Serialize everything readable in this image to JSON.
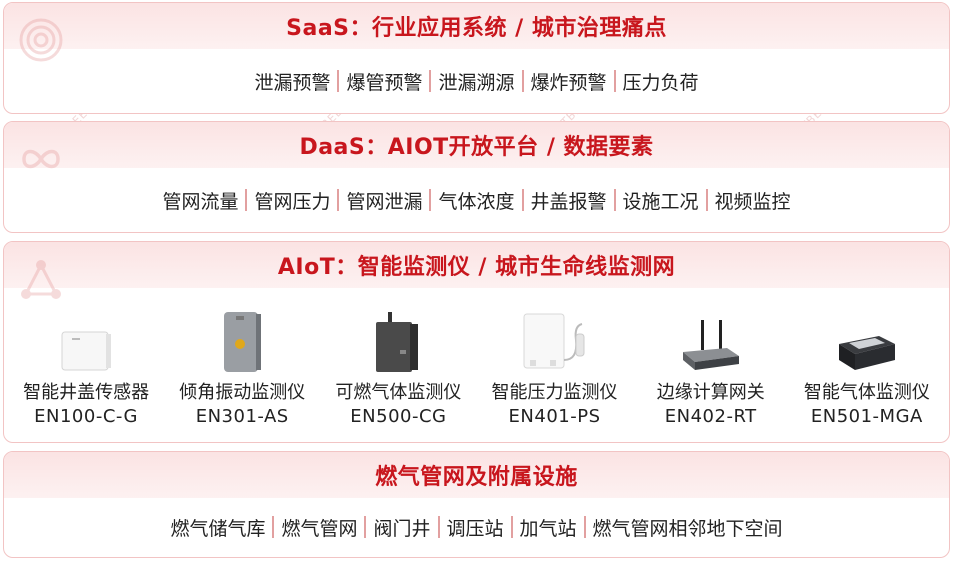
{
  "saas": {
    "title": "SaaS：行业应用系统 / 城市治理痛点",
    "items": [
      "泄漏预警",
      "爆管预警",
      "泄漏溯源",
      "爆炸预警",
      "压力负荷"
    ]
  },
  "daas": {
    "title": "DaaS：AIOT开放平台 / 数据要素",
    "items": [
      "管网流量",
      "管网压力",
      "管网泄漏",
      "气体浓度",
      "井盖报警",
      "设施工况",
      "视频监控"
    ]
  },
  "aiot": {
    "title": "AIoT：智能监测仪 / 城市生命线监测网",
    "devices": [
      {
        "name": "智能井盖传感器",
        "model": "EN100-C-G",
        "icon": "sensor-box-icon"
      },
      {
        "name": "倾角振动监测仪",
        "model": "EN301-AS",
        "icon": "vibration-meter-icon"
      },
      {
        "name": "可燃气体监测仪",
        "model": "EN500-CG",
        "icon": "gas-detector-icon"
      },
      {
        "name": "智能压力监测仪",
        "model": "EN401-PS",
        "icon": "pressure-meter-icon"
      },
      {
        "name": "边缘计算网关",
        "model": "EN402-RT",
        "icon": "edge-gateway-icon"
      },
      {
        "name": "智能气体监测仪",
        "model": "EN501-MGA",
        "icon": "gas-analyzer-icon"
      }
    ]
  },
  "facility": {
    "title": "燃气管网及附属设施",
    "items": [
      "燃气储气库",
      "燃气管网",
      "阀门井",
      "调压站",
      "加气站",
      "燃气管网相邻地下空间"
    ]
  },
  "watermark": "WITBEE 万宾",
  "colors": {
    "accent": "#c8161d",
    "border": "#f2c4c4",
    "header": "#fbe3e3"
  }
}
